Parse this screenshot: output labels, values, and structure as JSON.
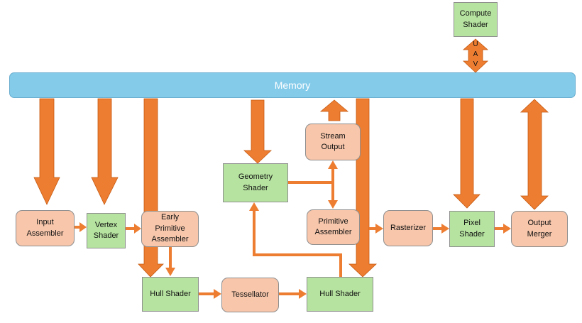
{
  "memory": {
    "label": "Memory"
  },
  "uav": {
    "letters": [
      "U",
      "A",
      "V"
    ]
  },
  "nodes": {
    "compute_shader": "Compute\nShader",
    "input_assembler": "Input\nAssembler",
    "vertex_shader": "Vertex\nShader",
    "early_primitive_assembler": "Early\nPrimitive\nAssembler",
    "geometry_shader": "Geometry\nShader",
    "stream_output": "Stream\nOutput",
    "primitive_assembler": "Primitive\nAssembler",
    "rasterizer": "Rasterizer",
    "pixel_shader": "Pixel\nShader",
    "output_merger": "Output\nMerger",
    "hull_shader_left": "Hull Shader",
    "tessellator": "Tessellator",
    "hull_shader_right": "Hull Shader"
  },
  "colors": {
    "arrow": "#ed7d31",
    "arrow_stroke": "#c55a11",
    "memory": "#84cbea",
    "shader_box": "#b6e3a0",
    "fixed_box": "#f7c6ab"
  }
}
